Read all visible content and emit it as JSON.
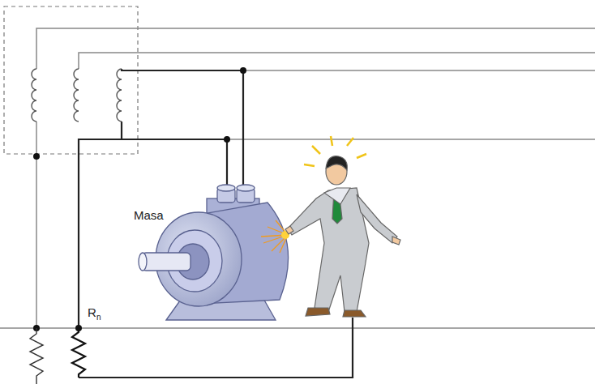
{
  "diagram": {
    "labels": [
      "Masa",
      "R",
      "n"
    ]
  }
}
